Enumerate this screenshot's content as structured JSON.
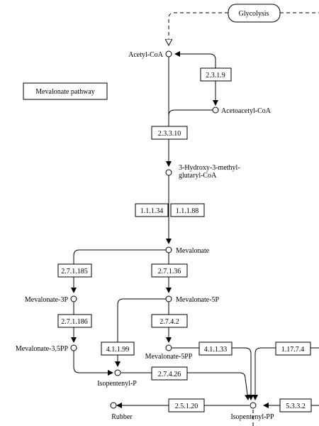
{
  "pathway": {
    "title": "Mevalonate pathway",
    "linked_map": "Glycolysis"
  },
  "compounds": {
    "acetyl_coa": "Acetyl-CoA",
    "acetoacetyl_coa": "Acetoacetyl-CoA",
    "hmg_coa_line1": "3-Hydroxy-3-methyl-",
    "hmg_coa_line2": "glutaryl-CoA",
    "mevalonate": "Mevalonate",
    "mevalonate_3p": "Mevalonate-3P",
    "mevalonate_5p": "Mevalonate-5P",
    "mevalonate_35pp": "Mevalonate-3,5PP",
    "mevalonate_5pp": "Mevalonate-5PP",
    "isopentenyl_p": "Isopentenyl-P",
    "isopentenyl_pp": "Isopentenyl-PP",
    "rubber": "Rubber"
  },
  "enzymes": {
    "e_2_3_1_9": "2.3.1.9",
    "e_2_3_3_10": "2.3.3.10",
    "e_1_1_1_34": "1.1.1.34",
    "e_1_1_1_88": "1.1.1.88",
    "e_2_7_1_185": "2.7.1.185",
    "e_2_7_1_36": "2.7.1.36",
    "e_2_7_1_186": "2.7.1.186",
    "e_2_7_4_2": "2.7.4.2",
    "e_4_1_1_99": "4.1.1.99",
    "e_4_1_1_33": "4.1.1.33",
    "e_1_17_7_4": "1.17.7.4",
    "e_2_7_4_26": "2.7.4.26",
    "e_2_5_1_20": "2.5.1.20",
    "e_5_3_3_2": "5.3.3.2"
  }
}
